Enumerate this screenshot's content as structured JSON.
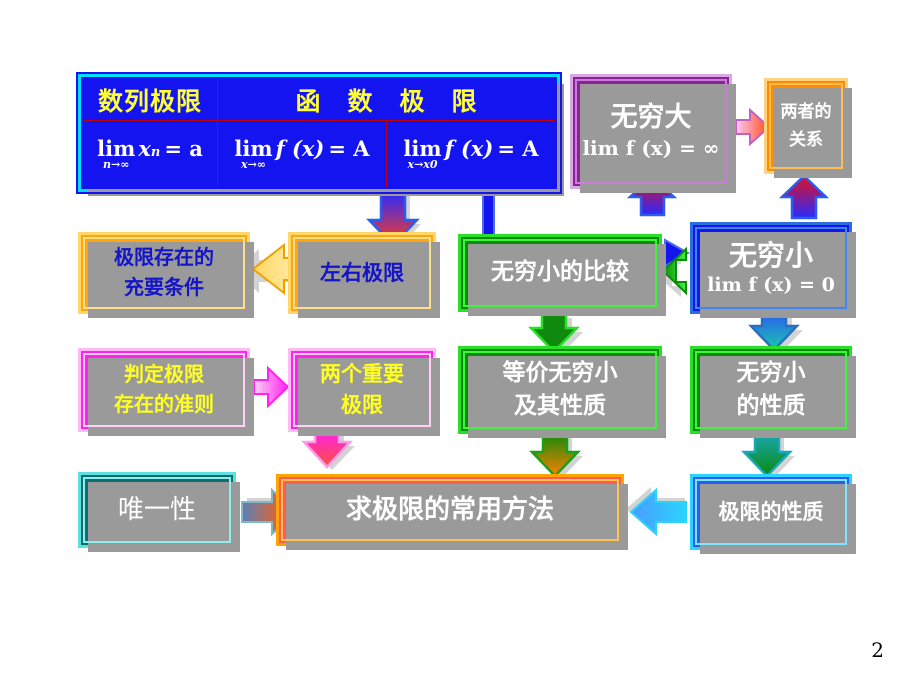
{
  "slide": {
    "page_number": "2",
    "background": "#ffffff"
  },
  "limit_table": {
    "headers": [
      "数列极限",
      "函 数 极 限"
    ],
    "header_sequence_limit": "数列极限",
    "header_function_limit": "函　数　极　限",
    "cells": [
      {
        "lim": "lim",
        "sub": "n→∞",
        "body": "x",
        "body_sub": "n",
        "eq": "= a"
      },
      {
        "lim": "lim",
        "sub": "x→∞",
        "body": "f (x)",
        "body_sub": "",
        "eq": "= A"
      },
      {
        "lim": "lim",
        "sub": "x→x0",
        "body": "f (x)",
        "body_sub": "",
        "eq": "= A"
      }
    ],
    "formula_1": "lim x n = a",
    "formula_1_sub": "n→∞",
    "formula_2": "lim f (x) = A",
    "formula_2_sub": "x→∞",
    "formula_3": "lim f (x) = A",
    "formula_3_sub": "x→x0",
    "colors": {
      "fill": "#1414f0",
      "border": "#00e0ff",
      "grid": "#c00000",
      "header_text": "#ffff33",
      "formula_text": "#ffffff"
    }
  },
  "nodes": {
    "infinite_large": {
      "title": "无穷大",
      "formula": "lim f (x) = ∞",
      "fill": "#8a2196",
      "text": "#ffffff"
    },
    "relationship": {
      "line1": "两者的",
      "line2": "关系",
      "fill": "#ff8c00",
      "text": "#ffffff"
    },
    "infinitesimal": {
      "title": "无穷小",
      "formula": "lim f (x) = 0",
      "fill": "#1414f0",
      "text": "#ffffff"
    },
    "existence_condition": {
      "line1": "极限存在的",
      "line2": "充要条件",
      "fill": "#ffa510",
      "text": "#1414c8"
    },
    "one_sided_limits": {
      "line1": "左右极限",
      "fill": "#ffa510",
      "text": "#1414c8"
    },
    "infinitesimal_compare": {
      "line1": "无穷小的比较",
      "fill": "#0b8a0b",
      "text": "#ffffff"
    },
    "criteria": {
      "line1": "判定极限",
      "line2": "存在的准则",
      "fill": "#ff22ee",
      "text": "#ffff22"
    },
    "two_important_limits": {
      "line1": "两个重要",
      "line2": "极限",
      "fill": "#ff22ee",
      "text": "#ffff22"
    },
    "equivalent_infinitesimal": {
      "line1": "等价无穷小",
      "line2": "及其性质",
      "fill": "#0b8a0b",
      "text": "#ffffff"
    },
    "infinitesimal_properties": {
      "line1": "无穷小",
      "line2": "的性质",
      "fill": "#0b8a0b",
      "text": "#ffffff"
    },
    "uniqueness": {
      "line1": "唯一性",
      "fill": "#0d6e6e",
      "text": "#ffffff"
    },
    "common_methods": {
      "line1": "求极限的常用方法",
      "fill": "#ff5b52",
      "text": "#ffffff"
    },
    "limit_properties": {
      "line1": "极限的性质",
      "fill": "#2a5cf0",
      "text": "#ffffff"
    }
  },
  "arrows": [
    {
      "name": "table-to-one-sided-limits",
      "direction": "down",
      "colors": [
        "#2a2aff",
        "#ff3b1f"
      ]
    },
    {
      "name": "table-to-infinitesimal",
      "direction": "right-elbow",
      "colors": [
        "#1414f0"
      ]
    },
    {
      "name": "one-sided-limits-to-existence-condition",
      "direction": "left",
      "colors": [
        "#ffd766",
        "#ffa510"
      ]
    },
    {
      "name": "infinitesimal-to-infinite-large",
      "direction": "up",
      "colors": [
        "#2a5cf0",
        "#e01020"
      ]
    },
    {
      "name": "infinitesimal-to-relationship",
      "direction": "up",
      "colors": [
        "#2a5cf0",
        "#e01020"
      ]
    },
    {
      "name": "infinite-large-to-relationship",
      "direction": "right",
      "colors": [
        "#ff9cf0",
        "#ff4d1a"
      ]
    },
    {
      "name": "infinitesimal-to-compare",
      "direction": "left",
      "colors": [
        "#27e027",
        "#0b8a0b"
      ]
    },
    {
      "name": "infinitesimal-to-properties",
      "direction": "down",
      "colors": [
        "#2a5cf0",
        "#19b9a0"
      ]
    },
    {
      "name": "compare-to-equivalent",
      "direction": "down",
      "colors": [
        "#0b8a0b"
      ]
    },
    {
      "name": "criteria-to-two-important-limits",
      "direction": "right",
      "colors": [
        "#ff22ee",
        "#ffb9f4"
      ]
    },
    {
      "name": "two-important-limits-to-common-methods",
      "direction": "down",
      "colors": [
        "#ff22ee",
        "#ff4d3a"
      ]
    },
    {
      "name": "equivalent-to-common-methods",
      "direction": "down",
      "colors": [
        "#0b8a0b",
        "#ff8000"
      ]
    },
    {
      "name": "infinitesimal-properties-to-common-methods",
      "direction": "down",
      "colors": [
        "#0b8a0b",
        "#19b9a0"
      ]
    },
    {
      "name": "uniqueness-to-common-methods",
      "direction": "right",
      "colors": [
        "#6a7fb0",
        "#ff4d1a"
      ]
    },
    {
      "name": "limit-properties-to-common-methods",
      "direction": "left",
      "colors": [
        "#2ad4ff",
        "#2a5cf0"
      ]
    }
  ]
}
